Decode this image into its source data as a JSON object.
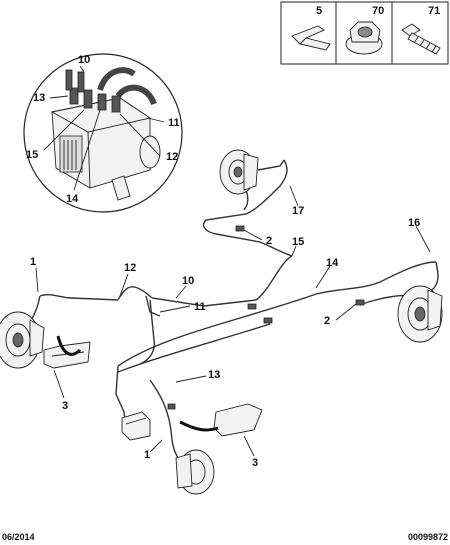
{
  "inset_parts": [
    {
      "ref": "5",
      "icon": "clip-icon"
    },
    {
      "ref": "70",
      "icon": "flange-nut-icon"
    },
    {
      "ref": "71",
      "icon": "flange-bolt-icon"
    }
  ],
  "callouts": {
    "c1a": "1",
    "c1b": "1",
    "c2a": "2",
    "c2b": "2",
    "c3a": "3",
    "c3b": "3",
    "c10a": "10",
    "c10b": "10",
    "c11a": "11",
    "c11b": "11",
    "c12a": "12",
    "c12b": "12",
    "c13a": "13",
    "c13b": "13",
    "c14a": "14",
    "c14b": "14",
    "c15a": "15",
    "c15b": "15",
    "c16": "16",
    "c17": "17"
  },
  "footer": {
    "date": "06/2014",
    "reference": "00099872"
  }
}
